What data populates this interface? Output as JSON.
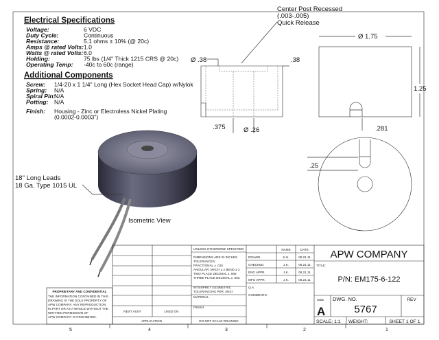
{
  "electrical": {
    "title": "Electrical Specifications",
    "rows": [
      {
        "label": "Voltage:",
        "value": "6 VDC"
      },
      {
        "label": "Duty Cycle:",
        "value": "Continuous"
      },
      {
        "label": "Resistance:",
        "value": "5.1 ohms ± 10% (@ 20c)"
      },
      {
        "label": "Amps @ rated Volts:",
        "value": "1.0"
      },
      {
        "label": "Watts @ rated Volts:",
        "value": "6.0"
      },
      {
        "label": "Holding:",
        "value": "75 lbs (1/4\" Thick 1215 CRS @ 20c)"
      },
      {
        "label": "Operating Temp:",
        "value": "-40c to 60c (range)"
      }
    ]
  },
  "additional": {
    "title": "Additional Components",
    "rows": [
      {
        "label": "Screw:",
        "value": "1/4-20 x 1 1/4\" Long (Hex Socket Head Cap) w/Nylok"
      },
      {
        "label": "Spring:",
        "value": "N/A"
      },
      {
        "label": "Spiral Pin:",
        "value": "N/A"
      },
      {
        "label": "Potting:",
        "value": "N/A"
      }
    ],
    "finish_label": "Finish:",
    "finish_value_1": "Housing - Zinc or Electroless Nickel Plating",
    "finish_value_2": "(0.0002-0.0003\")"
  },
  "dimensions": {
    "center_post_1": "Center Post Recessed",
    "center_post_2": "(.003-.005)",
    "center_post_3": "Quick Release",
    "dia_38": "Ø .38",
    "d_38": ".38",
    "dia_26": "Ø .26",
    "d_375": ".375",
    "dia_175": "Ø 1.75",
    "d_125": "1.25",
    "d_281": ".281",
    "d_25": ".25"
  },
  "leads_1": "18\" Long Leads",
  "leads_2": "18 Ga. Type 1015 UL",
  "iso_label": "Isometric View",
  "title_block": {
    "unless": "UNLESS OTHERWISE SPECIFIED:",
    "tol": [
      "DIMENSIONS ARE IN INCHES",
      "TOLERANCES:",
      "FRACTIONAL ± .015",
      "ANGULAR: MACH ± 2    BEND ± 2",
      "TWO PLACE DECIMAL    ± .005",
      "THREE PLACE DECIMAL  ± .003"
    ],
    "interpret": [
      "INTERPRET GEOMETRIC",
      "TOLERANCING PER: ANSI"
    ],
    "material": "MATERIAL",
    "finish": "FINISH",
    "do_not_scale": "DO NOT SCALE DRAWING",
    "next_assy": "NEXT ASSY",
    "used_on": "USED ON",
    "application": "APPLICATION",
    "name_hdr": "NAME",
    "date_hdr": "DATE",
    "approvals": [
      {
        "role": "DRAWN",
        "name": "K.H.",
        "date": "06.21.11"
      },
      {
        "role": "CHECKED",
        "name": "J.K.",
        "date": "06.21.11"
      },
      {
        "role": "ENG APPR.",
        "name": "J.K.",
        "date": "06.21.11"
      },
      {
        "role": "MFG APPR.",
        "name": "J.K.",
        "date": "06.21.11"
      },
      {
        "role": "Q.A.",
        "name": "",
        "date": ""
      }
    ],
    "comments": "COMMENTS:",
    "company": "APW COMPANY",
    "title_label": "TITLE:",
    "part_number": "P/N: EM175-6-122",
    "size_label": "SIZE",
    "size": "A",
    "dwg_label": "DWG.  NO.",
    "dwg_no": "5767",
    "rev_label": "REV",
    "scale": "SCALE: 1:1",
    "weight": "WEIGHT:",
    "sheet": "SHEET 1 OF 1",
    "proprietary_title": "PROPRIETARY AND CONFIDENTIAL",
    "proprietary_text": [
      "THE INFORMATION CONTAINED IN THIS",
      "DRAWING IS THE SOLE PROPERTY OF",
      "APW COMPANY.  ANY  REPRODUCTION",
      "IN PART OR AS A WHOLE WITHOUT THE",
      "WRITTEN PERMISSION OF",
      "APW COMPANY IS PROHIBITED."
    ]
  },
  "zones": [
    "5",
    "4",
    "3",
    "2",
    "1"
  ]
}
